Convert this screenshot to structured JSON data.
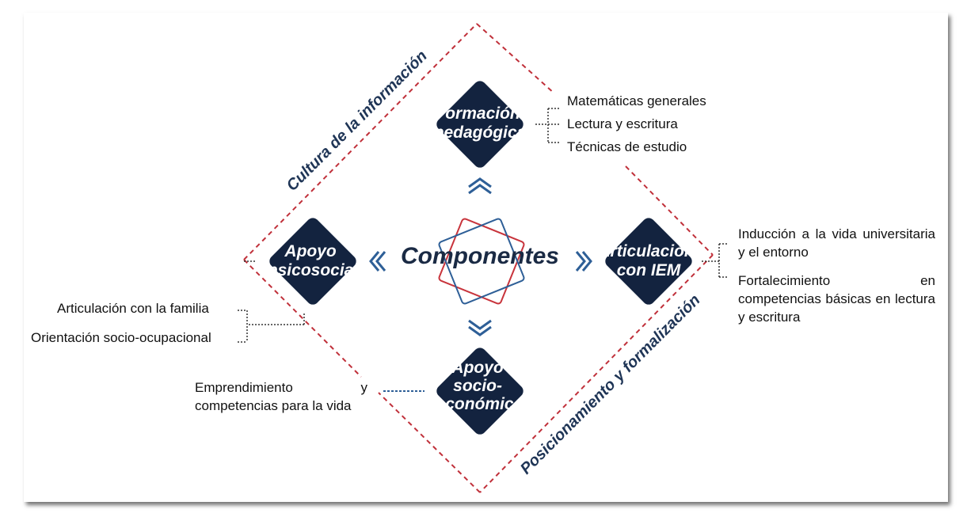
{
  "center_title": "Componentes",
  "band_labels": {
    "top_left": "Cultura de la información",
    "bottom_right": "Posicionamiento y formalización"
  },
  "nodes": {
    "top": {
      "lines": [
        "Formación",
        "pedagógica"
      ]
    },
    "left": {
      "lines": [
        "Apoyo",
        "psicosocial"
      ]
    },
    "right": {
      "lines": [
        "Articulación",
        "con IEM"
      ]
    },
    "bottom": {
      "lines": [
        "Apoyo",
        "socio-",
        "económico"
      ]
    }
  },
  "details": {
    "top": [
      "Matemáticas generales",
      "Lectura y escritura",
      "Técnicas de estudio"
    ],
    "right": [
      "Inducción a la vida universitaria y el entorno",
      "Fortalecimiento en competencias básicas en lectura y escritura"
    ],
    "left": [
      "Articulación con la familia",
      "Orientación socio-ocupacional"
    ],
    "bottom": [
      "Emprendimiento y competencias para la vida"
    ]
  },
  "colors": {
    "node_fill": "#13233f",
    "chevron": "#2e5f97",
    "dashed_border": "#c0303a",
    "center_square_red": "#c8343c",
    "center_square_blue": "#2e5f97",
    "connector": "#333333"
  }
}
